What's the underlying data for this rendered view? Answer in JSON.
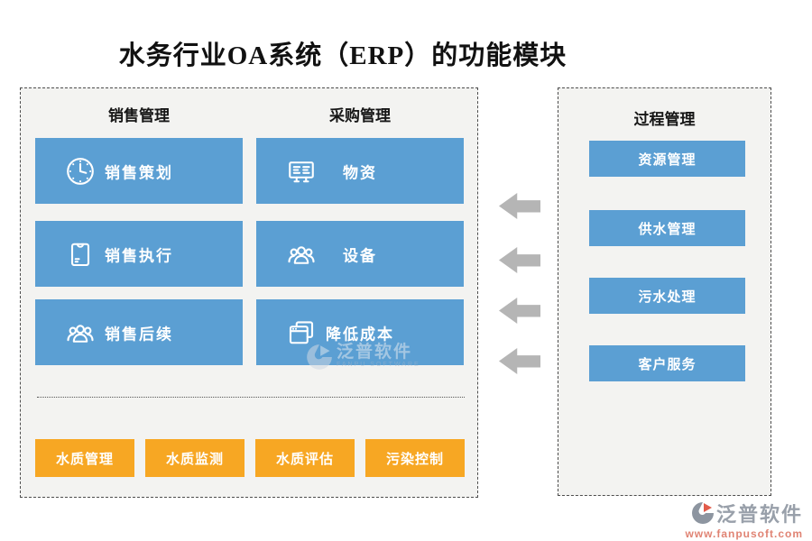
{
  "title": "水务行业OA系统（ERP）的功能模块",
  "left_panel": {
    "columns": [
      {
        "header": "销售管理",
        "items": [
          {
            "label": "销售策划",
            "icon": "clock-icon"
          },
          {
            "label": "销售执行",
            "icon": "envelope-icon"
          },
          {
            "label": "销售后续",
            "icon": "users-icon"
          }
        ]
      },
      {
        "header": "采购管理",
        "items": [
          {
            "label": "物资",
            "icon": "notice-board-icon"
          },
          {
            "label": "设备",
            "icon": "users-icon"
          },
          {
            "label": "降低成本",
            "icon": "stacked-windows-icon"
          }
        ]
      }
    ],
    "bottom_buttons": [
      "水质管理",
      "水质监测",
      "水质评估",
      "污染控制"
    ]
  },
  "right_panel": {
    "header": "过程管理",
    "items": [
      "资源管理",
      "供水管理",
      "污水处理",
      "客户服务"
    ]
  },
  "arrows": {
    "count": 4,
    "direction": "left"
  },
  "watermark": {
    "name": "泛普软件",
    "subtitle": "FANPU SOFTWARE"
  },
  "brand": {
    "name": "泛普软件",
    "url": "www.fanpusoft.com"
  },
  "colors": {
    "module_blue": "#5b9fd3",
    "button_orange": "#f7a723",
    "arrow_gray": "#b5b5b5",
    "panel_background": "#f3f3f1",
    "brand_gray": "#99a0aa",
    "brand_url_red": "#e08373"
  }
}
